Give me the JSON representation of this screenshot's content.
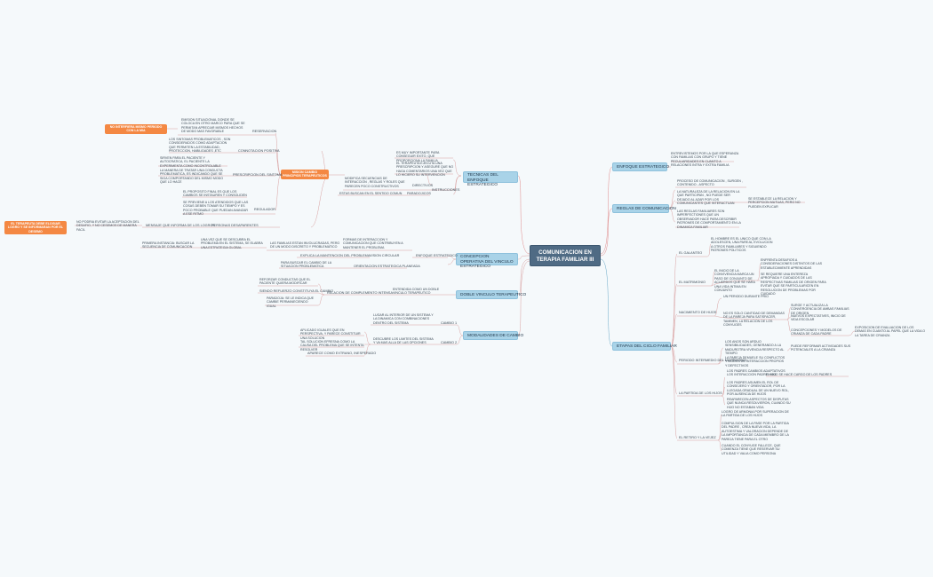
{
  "center": {
    "title": "COMUNICACION EN TERAPIA FAMILIAR III"
  },
  "left": {
    "tecnicas": {
      "label": "TECNICAS DEL ENFOQUE ESTRATEGICO",
      "d1": "DIRECTIVOS",
      "d1_text": "ES MUY IMPORTANTE PARA CONSEGUIR EXITO, QUE PROPORCIONA LA FAMILIA",
      "d2_text": "EL TERAPEUTA EJECUTA UNA PRESCRIPCION Y ASEGURE QUE NO HAGA COMENTARIOS UNA VEZ QUE LO HICIERO SU INTERVENCION",
      "instrucciones": "INSTRUCCIONES",
      "instr_text": "MODIFICA SECUENCIAS DE INTERACCION , REGLAS Y ROLES QUE PARECEN POCO CONSTRUCTIVOS",
      "paradojicos": "PARADOJICOS",
      "parad_text": "ESTAS BUSCAN EN EL SENTIDO COMUN",
      "mision": "MISION CAMBIO PRINCIPIOS TERAPEUTICOS",
      "reservacion": "RESERVACION",
      "reserv_text": "EMISION SITUACIONAL DONDE SE COLOCA EN OTRO MARCO PARA QUE SE PERMITAN APRECIAR MISMOS HECHOS DE MODO MAS FAVORABLE",
      "no_interfiera": "NO INTERFIERA MISMO PERIODO CON LA MIA",
      "connotacion": "CONNOTACION POSITIVA",
      "conn_text": "LOS SINTOMAS PROBLEMATICOS , SON CONSIDERADOS COMO ADAPTACION QUE PERMITEN LA ESTABILIDAD, PROTECCION, HABILIDADES ,ETC",
      "prescripcion": "PRESCRIPCION DEL SINTOMA",
      "presc_text1": "SIRVEN PARA EL PACIENTE Y AUTOCRATICA, EL PACIENTE LA EXPERIMENTA COMO INCONTROLABLE",
      "presc_text2": "LA MANERA DE TRATAR UNA CONDUCTA PROBLEMATICA, ES INDICANDO QUE SE SIGA COMPORTANDO DEL MISMO MODO QUE LO HACE",
      "regulador": "REGULADOR",
      "reg_text1": "EL PROPOSITO FINAL ES QUE LOS CAMBIOS SE INSTAUREN Y CONSOLIDEN",
      "reg_text2": "SE PREVIENE A LOS ATENDIDOS QUE LAS COSAS DEBEN TOMAR SU TIEMPO Y ES POCO PROBABLE QUE PUEDAN AVANZAR A ESE RITMO",
      "personas": "PERSONAS DESAPARENTES",
      "pers_text": "MENSAJE QUE INFORMA DE LOS LOGROS",
      "terapeuta": "EL TERAPEUTA DEBE ELOGIAR LOGRO Y SE INFORMARAN POR EL DESEMO",
      "no_podria": "NO PODRIA EVITAR LA ACEPTACION DEL DESAFIO, Y NO CESEMOS DE MANERA FACIL"
    },
    "concepcion": {
      "label": "CONCEPCION OPERATIVA DEL VINCULO ESTRATEGICO",
      "enfoque": "ENFOQUE ESTRATEGICO",
      "enf_text": "FORMAS DE INTERACCION Y COMUNICACION QUE CONTRIBUYEN A MANTENER EL PROBLEMA",
      "ciclo": "LAS FAMILIAS ESTAN INVOLUCRADAS, PERO DE UN MODO DISCRETO Y PROBLEMATICO",
      "una_vez": "UNA VEZ QUE SE DESCUBRA EL PROBLEMA EN EL SISTEMA, SE ELABRA UNA ESTRATEGIA GLOBAL",
      "primera": "PRIMERA INSTANCIA: BUSCAR LA SECUENCIA DE COMUNICACION",
      "vision": "VISION CIRCULAR",
      "vision_text": "EXPLICA LA MANTENCION DEL PROBLEMA",
      "orientacion": "ORIENTACION ESTRATEGICA PLANEADA",
      "orient_text": "PARA BUSCAR EL CAMBIO DE LA SITUACION PROBLEMATICA"
    },
    "doble": {
      "label": "DOBLE VINCULO TERAPEUTICO",
      "relacion": "RELACION DE COMPLEMENTO INTENSA",
      "rel_text": "ENTENDIDA COMO UN DOBLE VINCULO TERAPEUTICO",
      "d1": "REFORZAR CONDUCTAS QUE EL PACIENTE QUIERA MODIFICAR",
      "d2": "SIENDO REFUERZO CONSTITUYA EL CAMBIO",
      "d3": "PARADOJA: SE LE INDICA QUE CAMBIE PERMANECIENDO IGUAL"
    },
    "modalidades": {
      "label": "MODALIDADES DE CAMBIO",
      "c1": "CAMBIO 1",
      "c1_text": "LUGAR AL INTERIOR DE UN SISTEMA Y LA DINAMICA CON COMBINACIONES DENTRO DEL SISTEMA",
      "c2": "CAMBIO 2",
      "c2_text": "DESCUBRE LOS LIMITES DEL SISTEMA Y VA MAS ALLA DE LAS OPCIONES",
      "c2a": "APLICADO IGUALES QUE EN PERSPECTIVA, Y PARECE CONSTITUIR UNA SOLUCION",
      "c2b": "TAL SOLUCION EFRESNA COMO LA CAUSA DEL PROBLEMA QUE SE INTENTA RESOLVER",
      "c2c": "APARECE COMO EXTRANO, INESPERADO"
    }
  },
  "right": {
    "enfoque": {
      "label": "ENFOQUE ESTRATEGICO",
      "text": "ENTREVISTEMOS POR LA QUE ESPERANZA CON FAMILIAS CON GRUPO Y TIENE PECULIARIDADES EN CUANTO A RELACIONES INTRA Y EXTRA FAMILIA"
    },
    "reglas": {
      "label": "REGLAS DE COMUNICACION",
      "r1": "PROCESO DE COMUNICACION , SURGEN , CONTENIDO - ASPECTO",
      "r2": "LA NATURALEZA DE LA RELACION EN LA QUE PARTICIPAN , NO PUEDE SER DEJADO AL AZAR POR LOS COMUNICANTES QUE INTERACTUAN",
      "r2b": "SE ESTABLECE LA RELACION Y PERCEPCION MUTUAS, PERO NO PUEDEN EXPLICAR",
      "r3": "LAS REGLAS FAMILIARES SON IMPERFECTIONES QUE UN OBSERVADOR HACE PARA DESCRIBIR PATRONES DE COMPORTAMIENTO EN LA DINAMICA FAMILIAR"
    },
    "etapas": {
      "label": "ETAPAS DEL CICLO FAMILIAR",
      "galanteo": "EL GALANTEO",
      "gal_text": "EL HOMBRE ES EL UNICO QUE CON LA ADOLESCEN, UNA PAREJA, EVOLUCION A OTROS FAMILIARES Y SIGUIENDO PATRONES POLITICOS",
      "matrimonio": "EL MATRIMONIO",
      "mat_text": "EL INICIO DE LA CONVIVENCIA MARCA UN PASO DE CONJUNTO DE ACUERDOS QUE SE HARA UNA VIDA INTIMA EN CONJUNTO",
      "mat_a": "ENFRENTA DESAFIOS A CONSIDERACIONES DISTINTOS DE LAS ESTABLECIMIENTE APRENDIDAS",
      "mat_b": "SE REQUIERE UNA ENTEREZA APROPIADA Y CUIDADOS DE LAS RESPECTIVAS FAMILIAS DE ORIGEN PARA EVITAR QUE SE PARTICULARICEN EN RESOLUCION DE PROBLEMAS POR CUIDADO",
      "nacimiento": "NACIMIENTO DE HIJOS",
      "nac_a": "UN PERIODO DURANTE PRIO",
      "nac_b": "NO ES SOLO CANTIDAD DE DEMANDAS DE LA PAREJA PARA SATISFACER, TAMBIEN, LA RELACION DE LOS CONYUGES",
      "nac_b1": "SURGE Y ACTUALIZA LA CONVERGENCIA DE AMBAS FAMILIAS DE ORIGEN",
      "nac_b2": "NUEVOS EXPECTATIVES, INICIO DE VIDA ESCOLAR",
      "nac_b3": "CONCEPCIONES Y MODELOS DE CRIANZA DE CADA PADRE",
      "nac_b3a": "EXPOSICION DE EVALUACION DE LOS DEMAS EN CUANTO AL PAPEL QUE LA VIDA O LA TAREA DE CRIANZA",
      "periodo": "PERIODO INTERMEDIO DEL MATRIMONIO",
      "per_a": "LOS ANOS SON ARDUO SENSIBILIDADES, GENERANDO A LA MADUROTRA VIVENCIA RESPECTO AL TIEMPO",
      "per_a1": "PUEDE REFORMAR ACTIVIDADES SUS POTENCIALES A LA CRIANZA",
      "per_b": "LA PAREJA DEMUELE SU CONFLICTOS Y MODOS DE INTERACCION PROPIOS Y DEFECTIVOS",
      "partida": "LA PARTIDA DE LOS HIJOS",
      "par_a": "LOS PADRES CAMBIOS ADAPTATIVOS LOS INTERACCION PADRE HIJO",
      "par_a1": "EL HIJO SE HACE CARGO DE LOS PADRES",
      "par_b": "LOS PADRES ASUMEN EL ROL DE CONSEJERO Y ORIENTADOR, POR LA LLEGADA GRADUAL DE UN NUEVO ROL, POR AUSENCIA DE HIJOS",
      "par_c": "REAPARECEN ASPECTOS DE DISPUTAS QUE NUNCA RESOLVIERON, CUANDO SU HIJO NO ESTABAN VIDA",
      "retiro": "EL RETIRO Y LA VEJEZ",
      "ret_a": "LOGRO DE ARMONIA POR SUPERACION DE LA PARTIDA DE LOS HIJOS",
      "ret_b": "COMPULSION DE LA PASE POR LA PARTIDA DEL PADRE , CREA NUEVA VIDA, LA AUTOESTIMA Y VALORACION DEPENDE DE LA IMPORTANCIA DE CADA MIEMBRO DE LA PAREJA TIENE PARA EL OTRO",
      "ret_c": "CUANDO EL CONYUGE FALLECE, QUE COMIENZA TIENE QUE RESERVAR SU UTILIDAD Y VALIA COMO PERSONA"
    }
  },
  "colors": {
    "center": "#4f6b84",
    "main": "#a9d3e8",
    "accent": "#f48843",
    "line_right": "#e08080",
    "line_left": "#d05a5a"
  }
}
